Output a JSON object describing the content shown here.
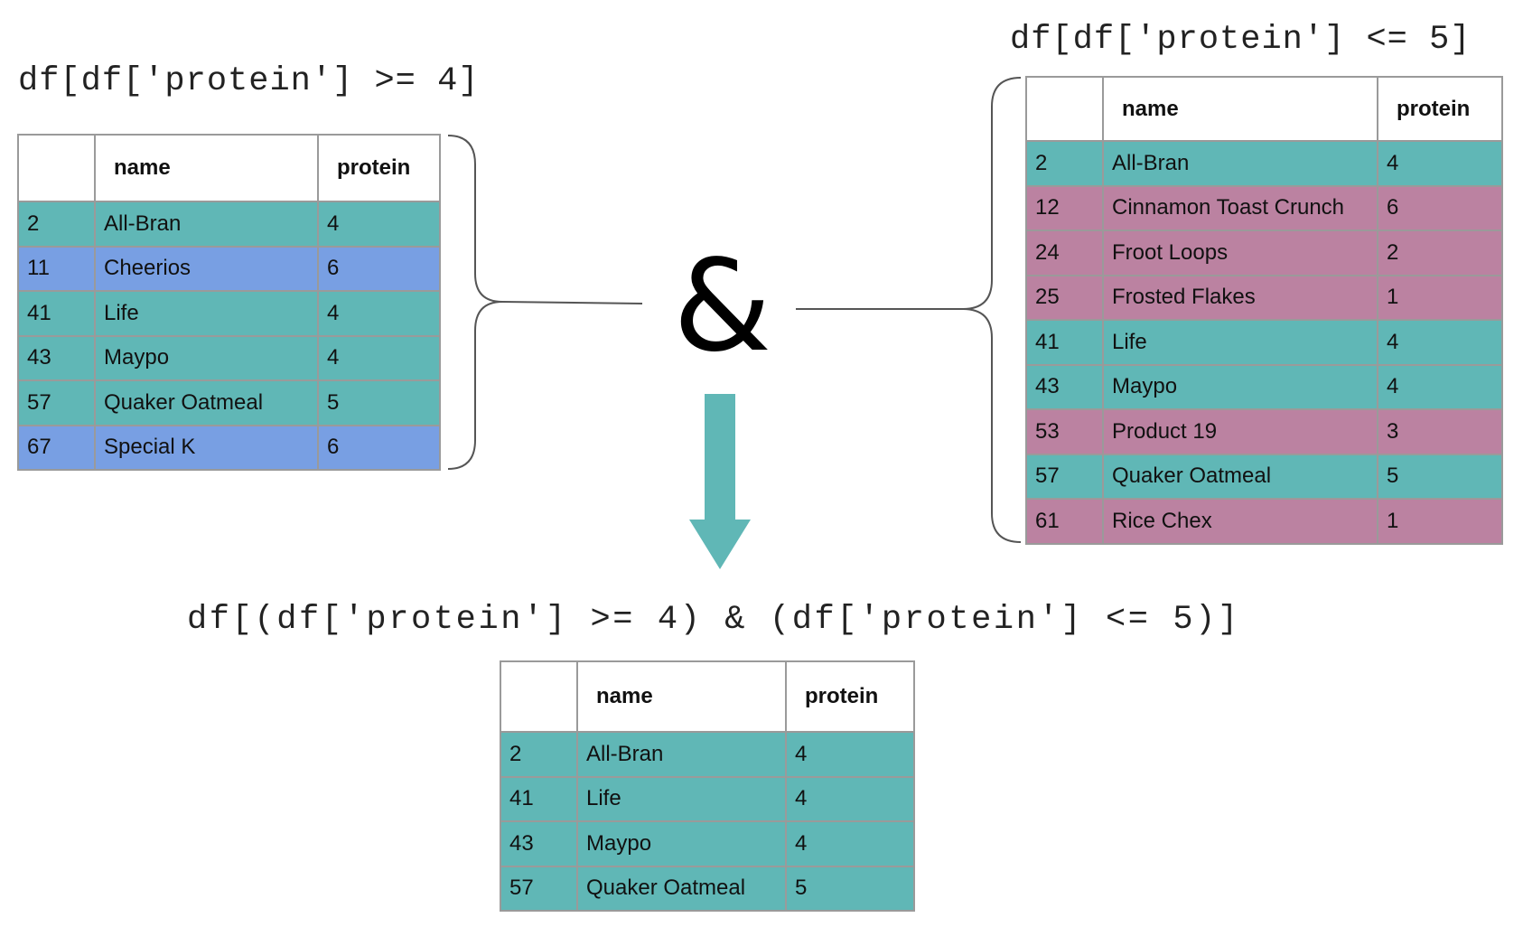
{
  "code_left": "df[df['protein'] >= 4]",
  "code_right": "df[df['protein'] <= 5]",
  "code_bottom": "df[(df['protein'] >= 4) & (df['protein'] <= 5)]",
  "operator": "&",
  "headers": {
    "index": "",
    "name": "name",
    "protein": "protein"
  },
  "colors": {
    "teal": "#60b7b6",
    "blue": "#789fe3",
    "pink": "#bb82a1"
  },
  "table_left": [
    {
      "idx": "2",
      "name": "All-Bran",
      "protein": "4",
      "color": "teal"
    },
    {
      "idx": "11",
      "name": "Cheerios",
      "protein": "6",
      "color": "blue"
    },
    {
      "idx": "41",
      "name": "Life",
      "protein": "4",
      "color": "teal"
    },
    {
      "idx": "43",
      "name": "Maypo",
      "protein": "4",
      "color": "teal"
    },
    {
      "idx": "57",
      "name": "Quaker Oatmeal",
      "protein": "5",
      "color": "teal"
    },
    {
      "idx": "67",
      "name": "Special K",
      "protein": "6",
      "color": "blue"
    }
  ],
  "table_right": [
    {
      "idx": "2",
      "name": "All-Bran",
      "protein": "4",
      "color": "teal"
    },
    {
      "idx": "12",
      "name": "Cinnamon Toast Crunch",
      "protein": "6",
      "color": "pink"
    },
    {
      "idx": "24",
      "name": "Froot Loops",
      "protein": "2",
      "color": "pink"
    },
    {
      "idx": "25",
      "name": "Frosted Flakes",
      "protein": "1",
      "color": "pink"
    },
    {
      "idx": "41",
      "name": "Life",
      "protein": "4",
      "color": "teal"
    },
    {
      "idx": "43",
      "name": "Maypo",
      "protein": "4",
      "color": "teal"
    },
    {
      "idx": "53",
      "name": "Product 19",
      "protein": "3",
      "color": "pink"
    },
    {
      "idx": "57",
      "name": "Quaker Oatmeal",
      "protein": "5",
      "color": "teal"
    },
    {
      "idx": "61",
      "name": "Rice Chex",
      "protein": "1",
      "color": "pink"
    }
  ],
  "table_bottom": [
    {
      "idx": "2",
      "name": "All-Bran",
      "protein": "4",
      "color": "teal"
    },
    {
      "idx": "41",
      "name": "Life",
      "protein": "4",
      "color": "teal"
    },
    {
      "idx": "43",
      "name": "Maypo",
      "protein": "4",
      "color": "teal"
    },
    {
      "idx": "57",
      "name": "Quaker Oatmeal",
      "protein": "5",
      "color": "teal"
    }
  ]
}
